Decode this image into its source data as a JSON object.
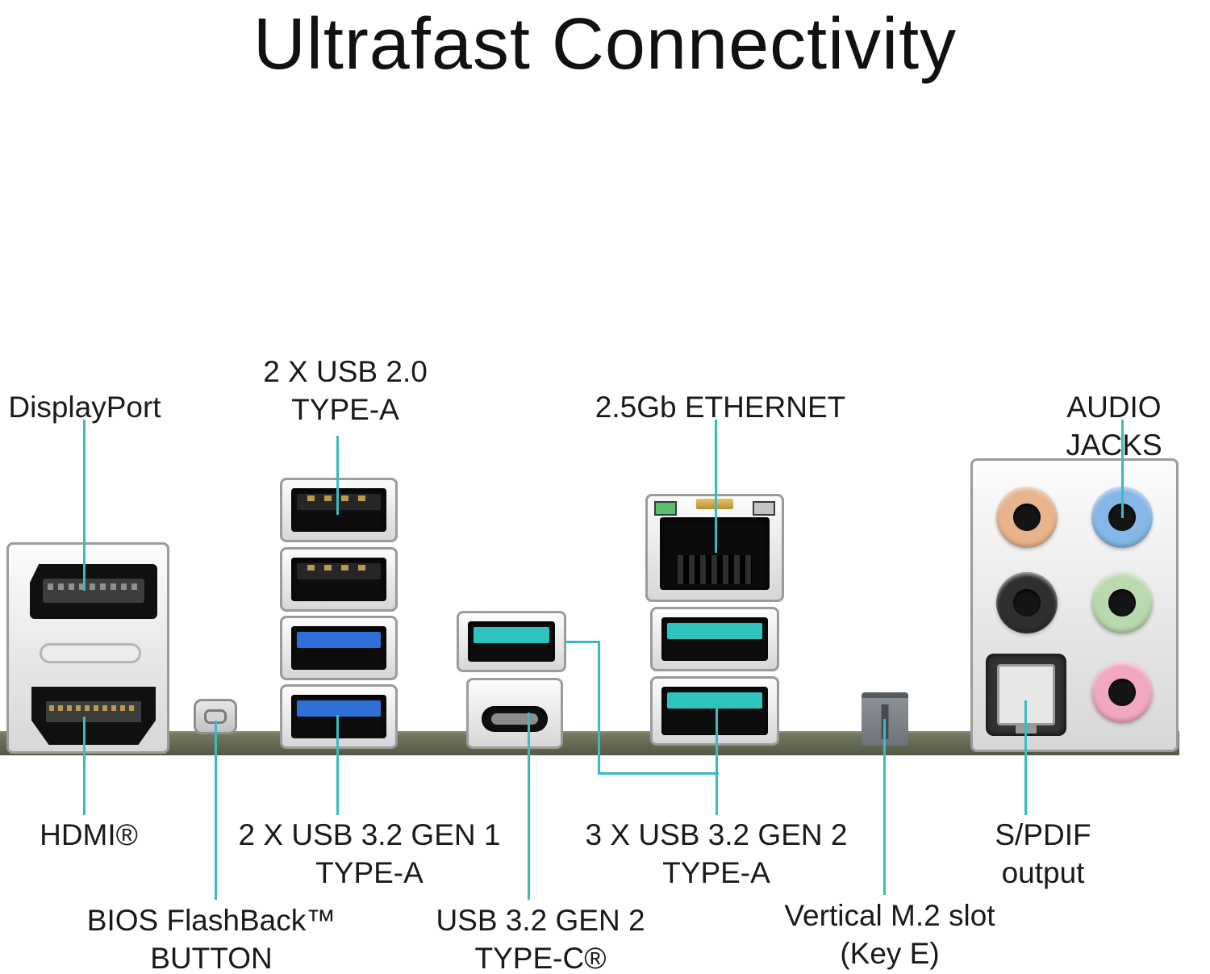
{
  "title": "Ultrafast Connectivity",
  "colors": {
    "accent": "#3bbac1",
    "usb_gen1": "#2f6fd6",
    "usb_gen2": "#2ec4bd",
    "jack_orange": "#e8b48c",
    "jack_blue": "#85b8e8",
    "jack_black": "#2f2f2f",
    "jack_green": "#b9d9ae",
    "jack_pink": "#f2a8bf"
  },
  "labels": {
    "displayport": "DisplayPort",
    "usb20": "2 X USB 2.0\nTYPE-A",
    "ethernet": "2.5Gb ETHERNET",
    "audio_jacks": "AUDIO JACKS",
    "hdmi": "HDMI®",
    "usb32_gen1": "2 X USB 3.2 GEN 1\nTYPE-A",
    "usb32_gen2_a": "3 X USB 3.2 GEN 2\nTYPE-A",
    "spdif": "S/PDIF output",
    "bios_flashback": "BIOS FlashBack™\nBUTTON",
    "usb32_gen2_c": "USB 3.2 GEN 2\nTYPE-C®",
    "m2_slot": "Vertical M.2 slot\n(Key E)"
  }
}
